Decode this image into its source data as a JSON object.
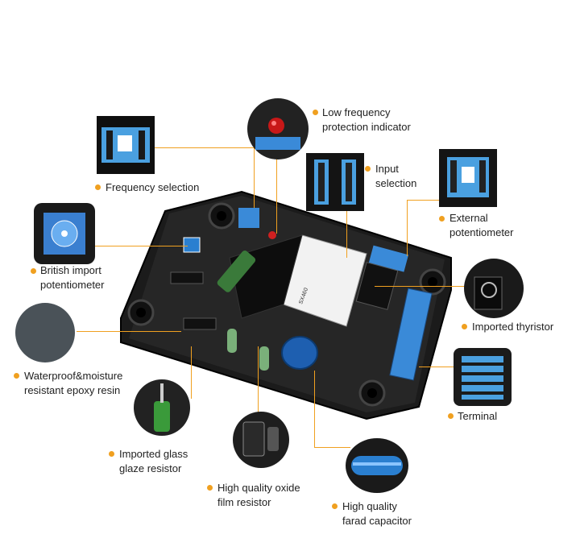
{
  "labels": {
    "low_freq_1": "Low frequency",
    "low_freq_2": "protection indicator",
    "input_1": "Input",
    "input_2": "selection",
    "freq_sel": "Frequency selection",
    "ext_pot_1": "External",
    "ext_pot_2": "potentiometer",
    "brit_pot_1": "British import",
    "brit_pot_2": "potentiometer",
    "thyristor": "Imported thyristor",
    "epoxy_1": "Waterproof&moisture",
    "epoxy_2": "resistant epoxy resin",
    "terminal": "Terminal",
    "glass_1": "Imported glass",
    "glass_2": "glaze resistor",
    "oxide_1": "High quality oxide",
    "oxide_2": "film resistor",
    "farad_1": "High quality",
    "farad_2": "farad capacitor"
  },
  "board_text": {
    "model": "SX460"
  },
  "colors": {
    "accent": "#f0a020",
    "board": "#1a1a1a",
    "blue": "#2a7fd0",
    "green": "#3a7a3a"
  }
}
